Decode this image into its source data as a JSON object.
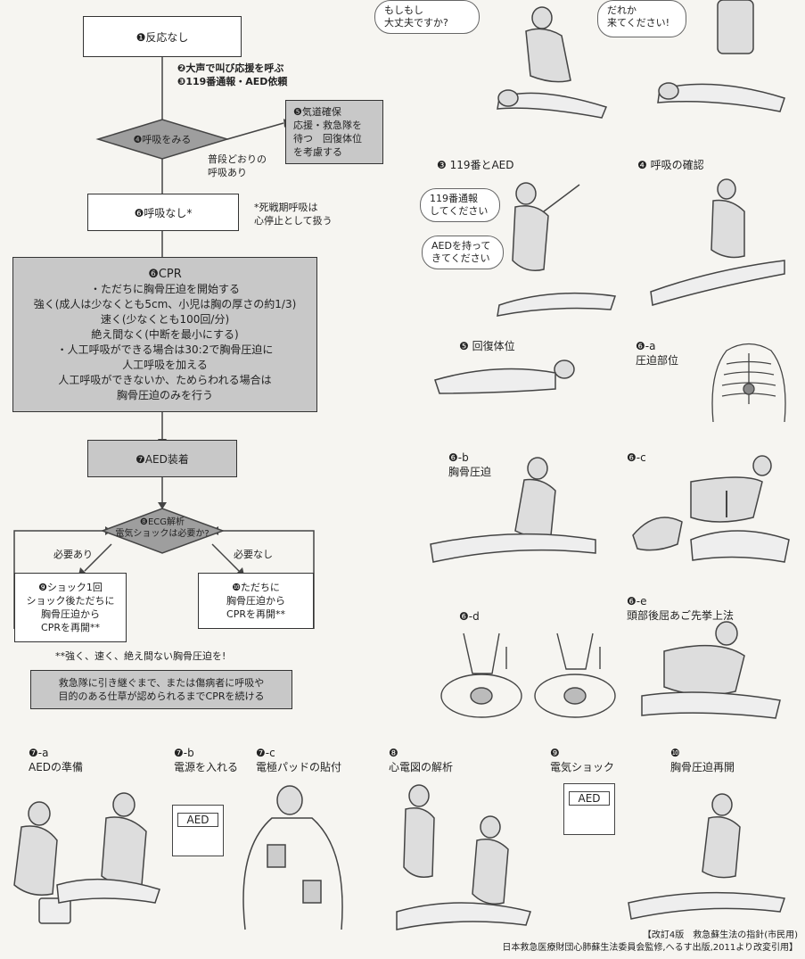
{
  "flow": {
    "step1": "❶反応なし",
    "step23a": "❷大声で叫び応援を呼ぶ",
    "step23b": "❸119番通報・AED依頼",
    "step4": "❹呼吸をみる",
    "step5": "❺気道確保\n応援・救急隊を\n待つ　回復体位\nを考慮する",
    "normal_breath": "普段どおりの\n呼吸あり",
    "step_no_breath": "❻呼吸なし*",
    "agonal_note": "*死戦期呼吸は\n心停止として扱う",
    "cpr_title": "❻CPR",
    "cpr_lines": [
      "・ただちに胸骨圧迫を開始する",
      "強く(成人は少なくとも5cm、小児は胸の厚さの約1/3)",
      "速く(少なくとも100回/分)",
      "絶え間なく(中断を最小にする)",
      "・人工呼吸ができる場合は30:2で胸骨圧迫に",
      "人工呼吸を加える",
      "人工呼吸ができないか、ためらわれる場合は",
      "胸骨圧迫のみを行う"
    ],
    "aed": "❼AED装着",
    "ecg": "❽ECG解析\n電気ショックは必要か?",
    "need_yes": "必要あり",
    "need_no": "必要なし",
    "shock": "❾ショック1回\nショック後ただちに\n胸骨圧迫から\nCPRを再開**",
    "restart": "❿ただちに\n胸骨圧迫から\nCPRを再開**",
    "strong_note": "**強く、速く、絶え間ない胸骨圧迫を!",
    "continue": "救急隊に引き継ぐまで、または傷病者に呼吸や\n目的のある仕草が認められるまでCPRを続ける"
  },
  "illus": {
    "b1": "もしもし\n大丈夫ですか?",
    "b2": "だれか\n来てください!",
    "c3": "❸ 119番とAED",
    "c4": "❹ 呼吸の確認",
    "b3": "119番通報\nしてください",
    "b4": "AEDを持って\nきてください",
    "c5": "❺ 回復体位",
    "c6a": "❻-a\n圧迫部位",
    "c6b": "❻-b\n胸骨圧迫",
    "c6c": "❻-c",
    "c6d": "❻-d",
    "c6e": "❻-e\n頭部後屈あご先挙上法",
    "c7a": "❼-a\nAEDの準備",
    "c7b": "❼-b\n電源を入れる",
    "c7c": "❼-c\n電極パッドの貼付",
    "c8": "❽\n心電図の解析",
    "c9": "❾\n電気ショック",
    "c10": "❿\n胸骨圧迫再開",
    "aed_label": "AED"
  },
  "footer": {
    "line1": "【改訂4版　救急蘇生法の指針(市民用)",
    "line2": "日本救急医療財団心肺蘇生法委員会監修,へるす出版,2011より改変引用】"
  }
}
